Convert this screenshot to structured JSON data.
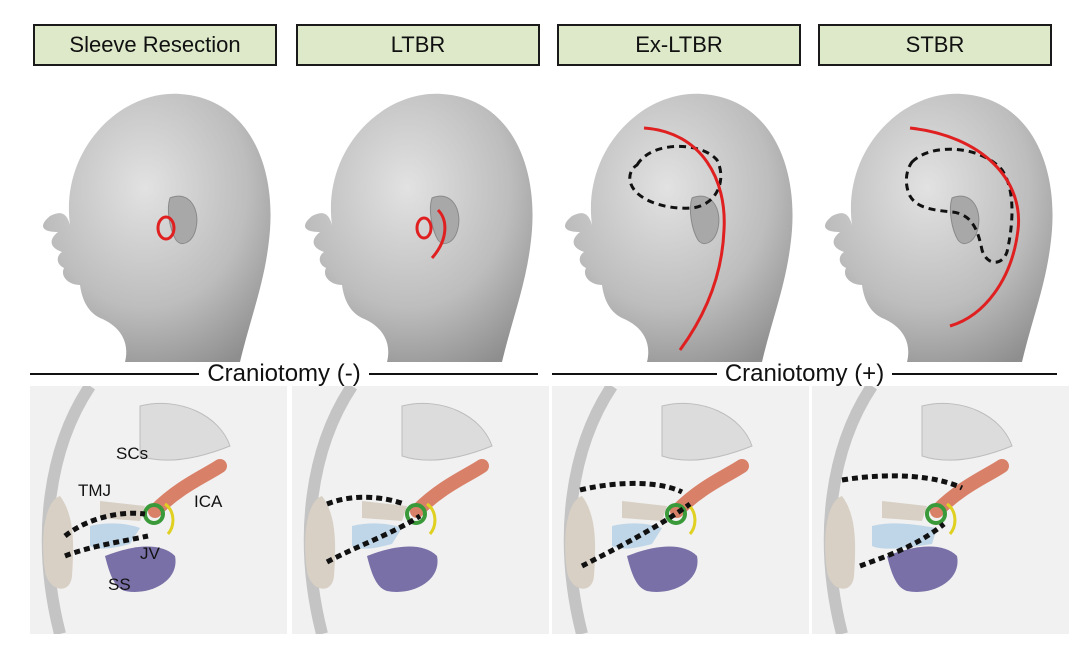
{
  "procedures": [
    {
      "label": "Sleeve Resection"
    },
    {
      "label": "LTBR"
    },
    {
      "label": "Ex-LTBR"
    },
    {
      "label": "STBR"
    }
  ],
  "groups": [
    {
      "label": "Craniotomy (-)"
    },
    {
      "label": "Craniotomy (+)"
    }
  ],
  "anatomy_labels": {
    "scs": "SCs",
    "tmj": "TMJ",
    "ica": "ICA",
    "jv": "JV",
    "ss": "SS"
  },
  "colors": {
    "label_fill": "#dde9c9",
    "incision": "#e02020",
    "ica": "#d98068",
    "sinus": "#7a70a8",
    "cochlea": "#3a9a3a",
    "facial_nerve": "#e0d020",
    "tmj": "#d8d0c4"
  }
}
